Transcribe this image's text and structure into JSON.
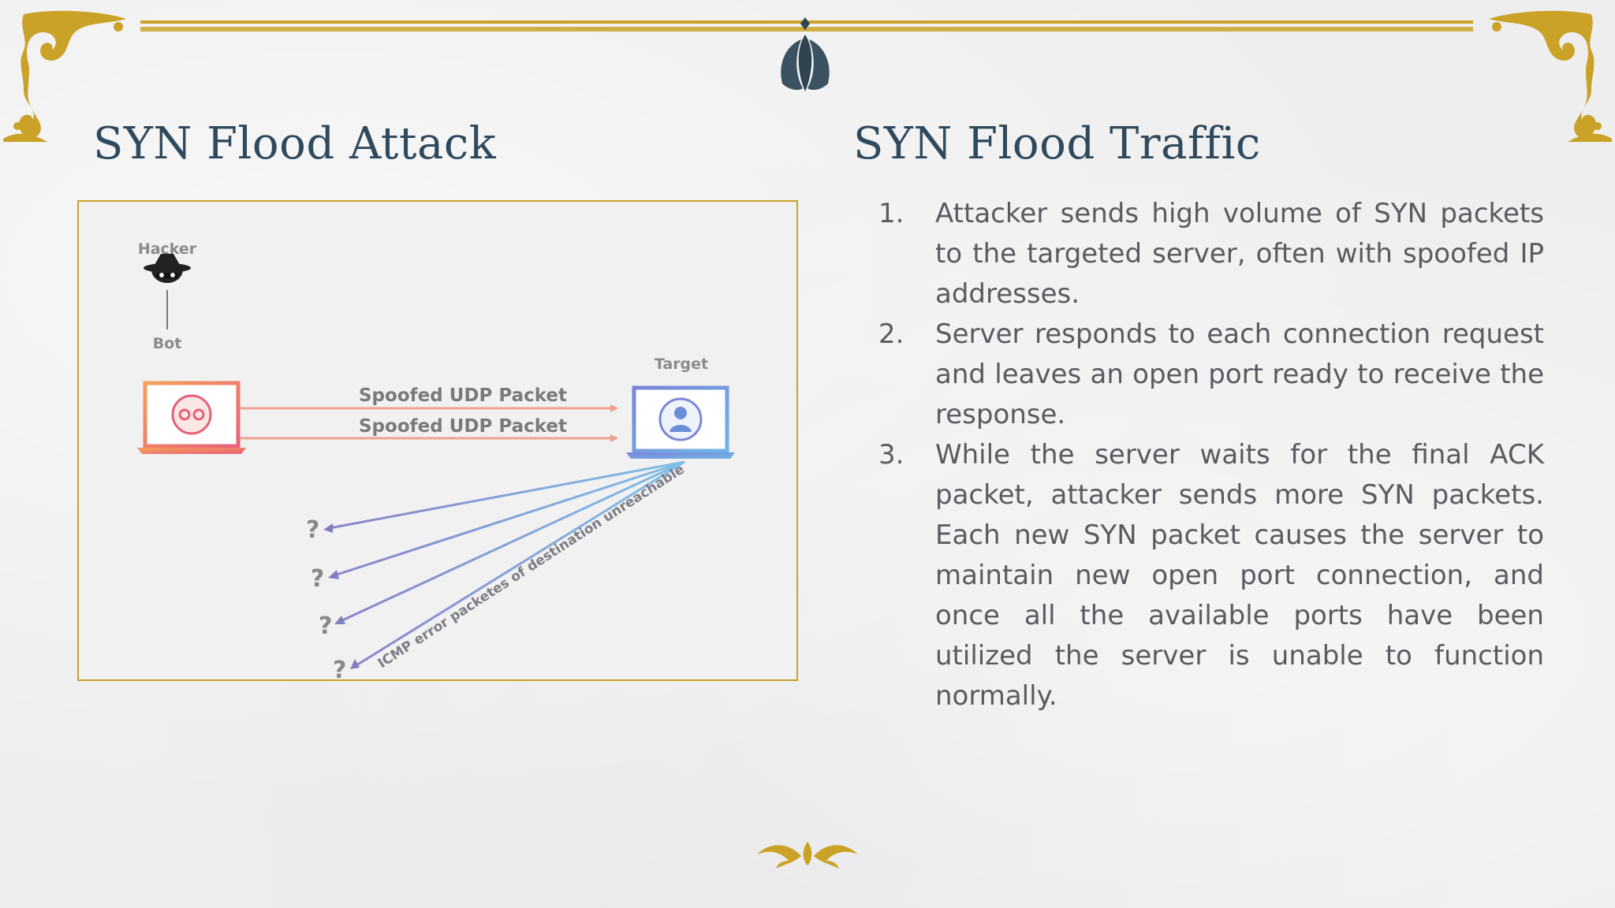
{
  "slide": {
    "left_title": "SYN Flood Attack",
    "right_title": "SYN Flood Traffic",
    "accent_gold": "#c9a227",
    "title_color": "#2f4a5e"
  },
  "diagram": {
    "hacker_label": "Hacker",
    "bot_label": "Bot",
    "target_label": "Target",
    "packet_labels": [
      "Spoofed UDP Packet",
      "Spoofed UDP Packet"
    ],
    "icmp_label": "ICMP error packetes of destination unreachable",
    "unknown_marks": [
      "?",
      "?",
      "?",
      "?"
    ]
  },
  "steps": [
    {
      "num": "1.",
      "text": "Attacker sends  high volume of SYN packets to the targeted server, often with spoofed IP addresses."
    },
    {
      "num": "2.",
      "text": "Server responds to each connection request and leaves an open port ready to receive the response."
    },
    {
      "num": "3.",
      "text": "While the server waits for the final ACK packet, attacker sends more SYN packets. Each new SYN packet causes the server to maintain new open port connection, and once all the available ports have been utilized the server is unable to function normally."
    }
  ]
}
